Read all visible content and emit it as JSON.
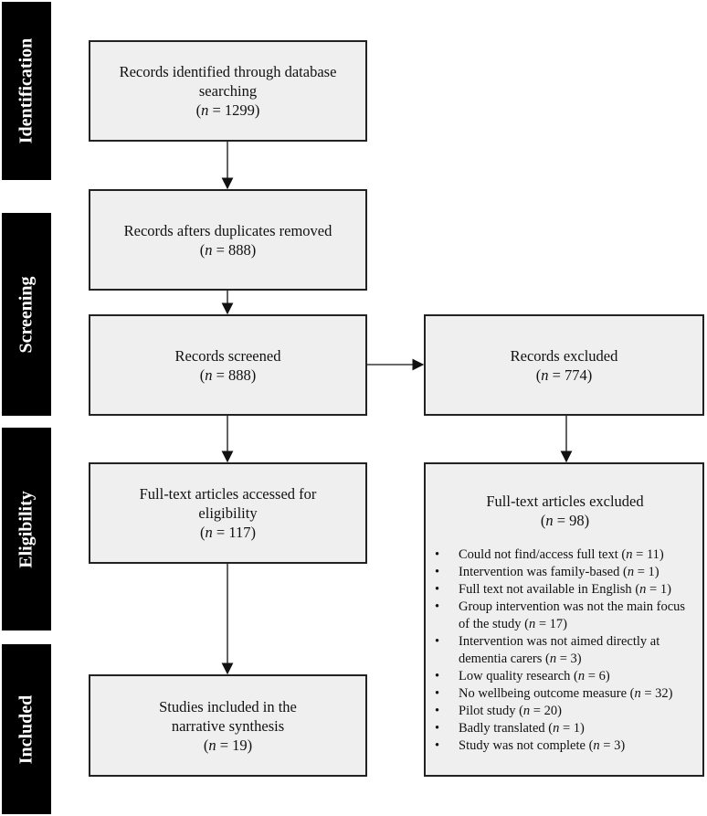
{
  "stages": [
    "Identification",
    "Screening",
    "Eligibility",
    "Included"
  ],
  "boxes": {
    "identified": {
      "label": "Records identified through database searching",
      "n": "1299"
    },
    "deduplicated": {
      "label": "Records afters duplicates removed",
      "n": "888"
    },
    "screened": {
      "label": "Records screened",
      "n": "888"
    },
    "excluded": {
      "label": "Records excluded",
      "n": "774"
    },
    "fulltext": {
      "label": "Full-text articles accessed for eligibility",
      "n": "117"
    },
    "fulltext_excluded": {
      "label": "Full-text articles excluded",
      "n": "98",
      "reasons": [
        {
          "text": "Could not find/access full text",
          "n": "11"
        },
        {
          "text": "Intervention was family-based",
          "n": "1"
        },
        {
          "text": "Full text not available in English",
          "n": "1"
        },
        {
          "text": "Group intervention was not the main focus of the study",
          "n": "17"
        },
        {
          "text": "Intervention was not aimed directly at dementia carers",
          "n": "3"
        },
        {
          "text": "Low quality research",
          "n": "6"
        },
        {
          "text": "No wellbeing outcome measure",
          "n": "32"
        },
        {
          "text": "Pilot study",
          "n": "20"
        },
        {
          "text": "Badly translated",
          "n": "1"
        },
        {
          "text": "Study was not complete",
          "n": "3"
        }
      ]
    },
    "included": {
      "label": "Studies included in the narrative synthesis",
      "n": "19"
    }
  },
  "colors": {
    "stage_bg": "#000000",
    "box_bg": "#efefef",
    "border": "#222222"
  }
}
